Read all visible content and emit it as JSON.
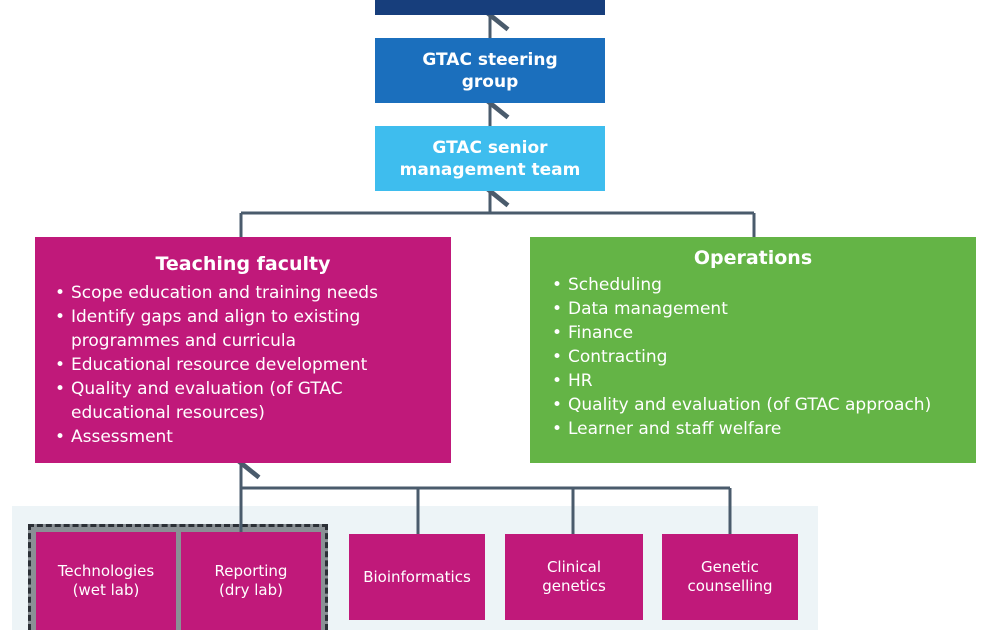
{
  "nodes": {
    "top": {
      "label": ""
    },
    "steering_group": {
      "label": "GTAC steering\ngroup"
    },
    "senior_management": {
      "label": "GTAC senior\nmanagement team"
    },
    "teaching_faculty": {
      "title": "Teaching faculty",
      "items": [
        "Scope education and training needs",
        "Identify gaps and align to existing\nprogrammes and curricula",
        "Educational resource development",
        "Quality and evaluation (of GTAC\neducational resources)",
        "Assessment"
      ]
    },
    "operations": {
      "title": "Operations",
      "items": [
        "Scheduling",
        "Data management",
        "Finance",
        "Contracting",
        "HR",
        "Quality and evaluation (of GTAC approach)",
        "Learner and staff welfare"
      ]
    },
    "specialties": [
      "Technologies\n(wet lab)",
      "Reporting\n(dry lab)",
      "Bioinformatics",
      "Clinical\ngenetics",
      "Genetic\ncounselling"
    ]
  },
  "colors": {
    "top": "#173e7c",
    "steering": "#1b6fbd",
    "senior": "#3ebdee",
    "teaching": "#c0197a",
    "operations": "#64b446",
    "connector": "#4a5b6c",
    "bottom_panel": "#edf4f7"
  }
}
